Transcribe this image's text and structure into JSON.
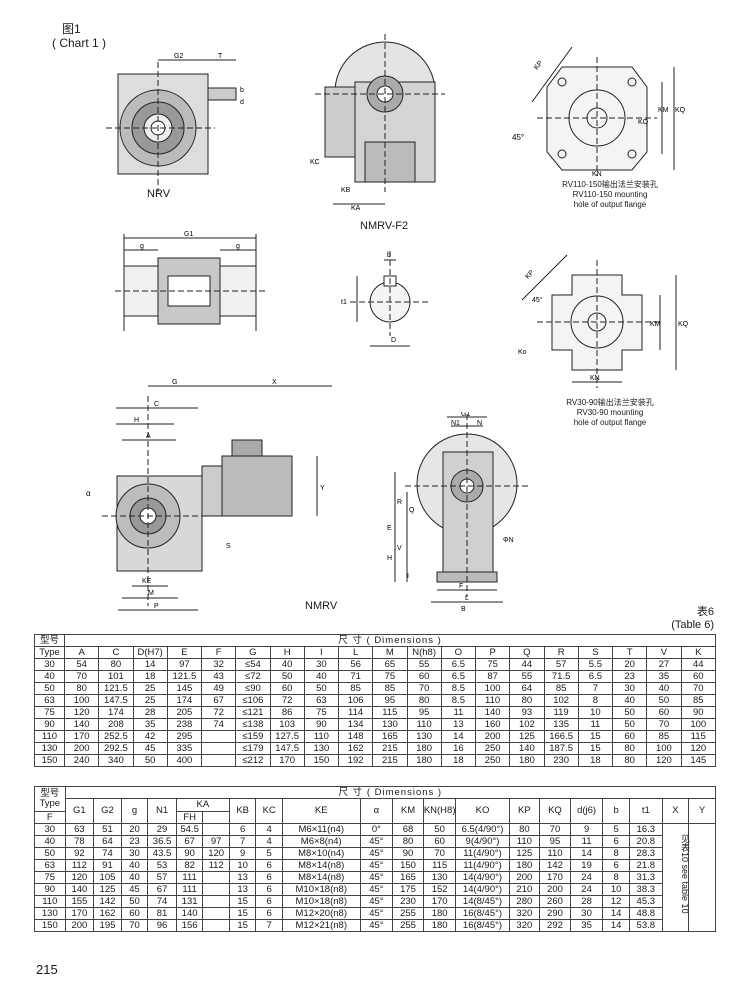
{
  "chart_label": {
    "cn": "图1",
    "en": "( Chart 1 )"
  },
  "figures": {
    "nrv": {
      "caption": "NRV",
      "labels": [
        "G2",
        "T",
        "b",
        "d"
      ]
    },
    "nmrv_f2": {
      "caption": "NMRV-F2",
      "labels": [
        "KC",
        "KB",
        "KA"
      ]
    },
    "flange_110_150": {
      "note_cn": "RV110-150输出法兰安装孔",
      "note_en1": "RV110-150 mounting",
      "note_en2": "hole of output flange",
      "labels": [
        "KP",
        "KM",
        "KQ",
        "KO",
        "45°",
        "KN"
      ]
    },
    "shaft_section": {
      "labels": [
        "G1",
        "g",
        "g"
      ]
    },
    "keyway": {
      "labels": [
        "b",
        "t1",
        "D"
      ]
    },
    "flange_30_90": {
      "note_cn": "RV30-90输出法兰安装孔",
      "note_en1": "RV30-90 mounting",
      "note_en2": "hole of output flange",
      "labels": [
        "KP",
        "45°",
        "KM",
        "KQ",
        "Ko",
        "KN"
      ]
    },
    "nmrv": {
      "caption": "NMRV",
      "labels": [
        "G",
        "X",
        "C",
        "H",
        "A",
        "Y",
        "S",
        "KE",
        "M",
        "P",
        "α"
      ]
    },
    "end_view": {
      "labels": [
        "G1",
        "N1",
        "N",
        "R",
        "E",
        "Q",
        "V",
        "H",
        "ΦN",
        "F",
        "L",
        "B",
        "I"
      ]
    }
  },
  "table_title": {
    "cn": "表6",
    "en": "(Table 6)"
  },
  "table1": {
    "type_cn": "型号",
    "type_en": "Type",
    "dims_label": "尺        寸 ( Dimensions )",
    "headers": [
      "A",
      "C",
      "D(H7)",
      "E",
      "F",
      "G",
      "H",
      "I",
      "L",
      "M",
      "N(h8)",
      "O",
      "P",
      "Q",
      "R",
      "S",
      "T",
      "V",
      "K"
    ],
    "rows": [
      [
        "30",
        "54",
        "80",
        "14",
        "97",
        "32",
        "≤54",
        "40",
        "30",
        "56",
        "65",
        "55",
        "6.5",
        "75",
        "44",
        "57",
        "5.5",
        "20",
        "27",
        "44"
      ],
      [
        "40",
        "70",
        "101",
        "18",
        "121.5",
        "43",
        "≤72",
        "50",
        "40",
        "71",
        "75",
        "60",
        "6.5",
        "87",
        "55",
        "71.5",
        "6.5",
        "23",
        "35",
        "60"
      ],
      [
        "50",
        "80",
        "121.5",
        "25",
        "145",
        "49",
        "≤90",
        "60",
        "50",
        "85",
        "85",
        "70",
        "8.5",
        "100",
        "64",
        "85",
        "7",
        "30",
        "40",
        "70"
      ],
      [
        "63",
        "100",
        "147.5",
        "25",
        "174",
        "67",
        "≤106",
        "72",
        "63",
        "106",
        "95",
        "80",
        "8.5",
        "110",
        "80",
        "102",
        "8",
        "40",
        "50",
        "85"
      ],
      [
        "75",
        "120",
        "174",
        "28",
        "205",
        "72",
        "≤121",
        "86",
        "75",
        "114",
        "115",
        "95",
        "11",
        "140",
        "93",
        "119",
        "10",
        "50",
        "60",
        "90"
      ],
      [
        "90",
        "140",
        "208",
        "35",
        "238",
        "74",
        "≤138",
        "103",
        "90",
        "134",
        "130",
        "110",
        "13",
        "160",
        "102",
        "135",
        "11",
        "50",
        "70",
        "100"
      ],
      [
        "110",
        "170",
        "252.5",
        "42",
        "295",
        "",
        "≤159",
        "127.5",
        "110",
        "148",
        "165",
        "130",
        "14",
        "200",
        "125",
        "166.5",
        "15",
        "60",
        "85",
        "115"
      ],
      [
        "130",
        "200",
        "292.5",
        "45",
        "335",
        "",
        "≤179",
        "147.5",
        "130",
        "162",
        "215",
        "180",
        "16",
        "250",
        "140",
        "187.5",
        "15",
        "80",
        "100",
        "120"
      ],
      [
        "150",
        "240",
        "340",
        "50",
        "400",
        "",
        "≤212",
        "170",
        "150",
        "192",
        "215",
        "180",
        "18",
        "250",
        "180",
        "230",
        "18",
        "80",
        "120",
        "145"
      ]
    ]
  },
  "table2": {
    "type_cn": "型号",
    "type_en": "Type",
    "dims_label": "尺        寸 ( Dimensions )",
    "headers": [
      "G1",
      "G2",
      "g",
      "N1",
      "KA",
      "KB",
      "KC",
      "KE",
      "α",
      "KM",
      "KN(H8)",
      "KO",
      "KP",
      "KQ",
      "d(j6)",
      "b",
      "t1",
      "X",
      "Y"
    ],
    "ka_sub": [
      "F",
      "FH"
    ],
    "rows": [
      [
        "30",
        "63",
        "51",
        "20",
        "29",
        "54.5",
        "",
        "6",
        "4",
        "M6×11(n4)",
        "0°",
        "68",
        "50",
        "6.5(4/90°)",
        "80",
        "70",
        "9",
        "5",
        "16.3"
      ],
      [
        "40",
        "78",
        "64",
        "23",
        "36.5",
        "67",
        "97",
        "7",
        "4",
        "M6×8(n4)",
        "45°",
        "80",
        "60",
        "9(4/90°)",
        "110",
        "95",
        "11",
        "6",
        "20.8"
      ],
      [
        "50",
        "92",
        "74",
        "30",
        "43.5",
        "90",
        "120",
        "9",
        "5",
        "M8×10(n4)",
        "45°",
        "90",
        "70",
        "11(4/90°)",
        "125",
        "110",
        "14",
        "8",
        "28.3"
      ],
      [
        "63",
        "112",
        "91",
        "40",
        "53",
        "82",
        "112",
        "10",
        "6",
        "M8×14(n8)",
        "45°",
        "150",
        "115",
        "11(4/90°)",
        "180",
        "142",
        "19",
        "6",
        "21.8"
      ],
      [
        "75",
        "120",
        "105",
        "40",
        "57",
        "111",
        "",
        "13",
        "6",
        "M8×14(n8)",
        "45°",
        "165",
        "130",
        "14(4/90°)",
        "200",
        "170",
        "24",
        "8",
        "31.3"
      ],
      [
        "90",
        "140",
        "125",
        "45",
        "67",
        "111",
        "",
        "13",
        "6",
        "M10×18(n8)",
        "45°",
        "175",
        "152",
        "14(4/90°)",
        "210",
        "200",
        "24",
        "10",
        "38.3"
      ],
      [
        "110",
        "155",
        "142",
        "50",
        "74",
        "131",
        "",
        "15",
        "6",
        "M10×18(n8)",
        "45°",
        "230",
        "170",
        "14(8/45°)",
        "280",
        "260",
        "28",
        "12",
        "45.3"
      ],
      [
        "130",
        "170",
        "162",
        "60",
        "81",
        "140",
        "",
        "15",
        "6",
        "M12×20(n8)",
        "45°",
        "255",
        "180",
        "16(8/45°)",
        "320",
        "290",
        "30",
        "14",
        "48.8"
      ],
      [
        "150",
        "200",
        "195",
        "70",
        "96",
        "156",
        "",
        "15",
        "7",
        "M12×21(n8)",
        "45°",
        "255",
        "180",
        "16(8/45°)",
        "320",
        "292",
        "35",
        "14",
        "53.8"
      ]
    ],
    "xy_note_cn": "见表10",
    "xy_note_en": "see table 10"
  },
  "page_number": "215"
}
